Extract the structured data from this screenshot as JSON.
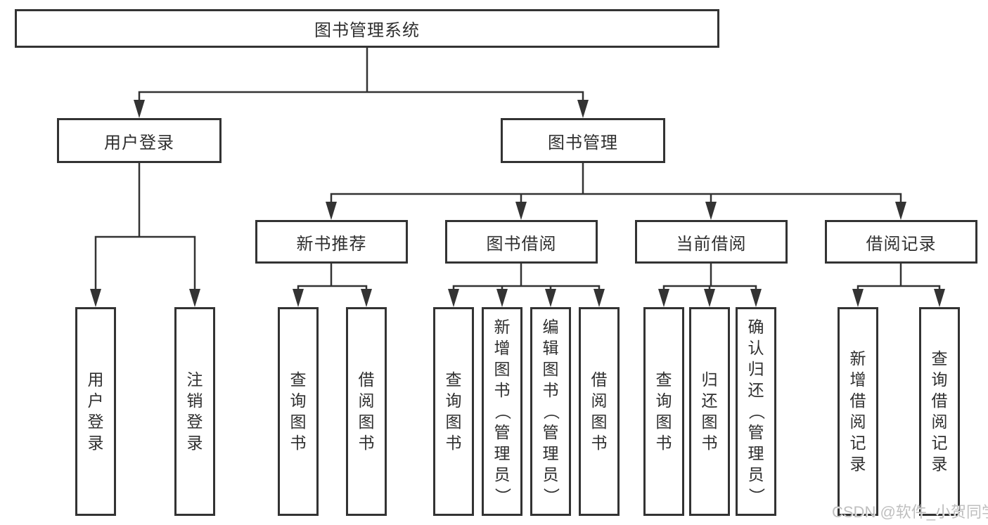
{
  "diagram_title": "图书管理系统",
  "tree": {
    "root": {
      "label": "图书管理系统"
    },
    "children": [
      {
        "label": "用户登录",
        "leaves": [
          "用户登录",
          "注销登录"
        ]
      },
      {
        "label": "图书管理",
        "children": [
          {
            "label": "新书推荐",
            "leaves": [
              "查询图书",
              "借阅图书"
            ]
          },
          {
            "label": "图书借阅",
            "leaves": [
              "查询图书",
              "新增图书（管理员）",
              "编辑图书（管理员）",
              "借阅图书"
            ]
          },
          {
            "label": "当前借阅",
            "leaves": [
              "查询图书",
              "归还图书",
              "确认归还（管理员）"
            ]
          },
          {
            "label": "借阅记录",
            "leaves": [
              "新增借阅记录",
              "查询借阅记录"
            ]
          }
        ]
      }
    ]
  },
  "watermark": {
    "text": "CSDN @软件_小贺同学",
    "color": "#bfbfbf"
  },
  "colors": {
    "line": "#333333",
    "box_border": "#333333",
    "text": "#2f2f2f",
    "background": "#ffffff"
  }
}
